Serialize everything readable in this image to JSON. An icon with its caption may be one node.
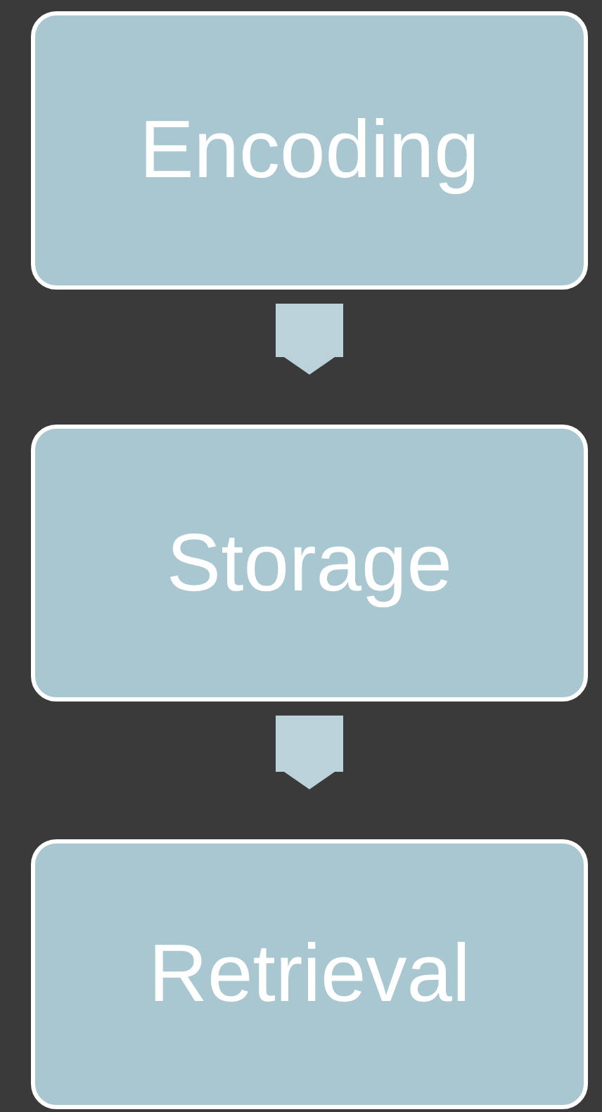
{
  "diagram": {
    "nodes": [
      {
        "text": [
          "Encoding"
        ]
      },
      {
        "text": [
          "Storage"
        ]
      },
      {
        "text": [
          "Retrieval"
        ]
      }
    ],
    "edges": [
      {
        "from": 0,
        "to": 1,
        "arrow": "to"
      },
      {
        "from": 1,
        "to": 2,
        "arrow": "to"
      }
    ]
  }
}
